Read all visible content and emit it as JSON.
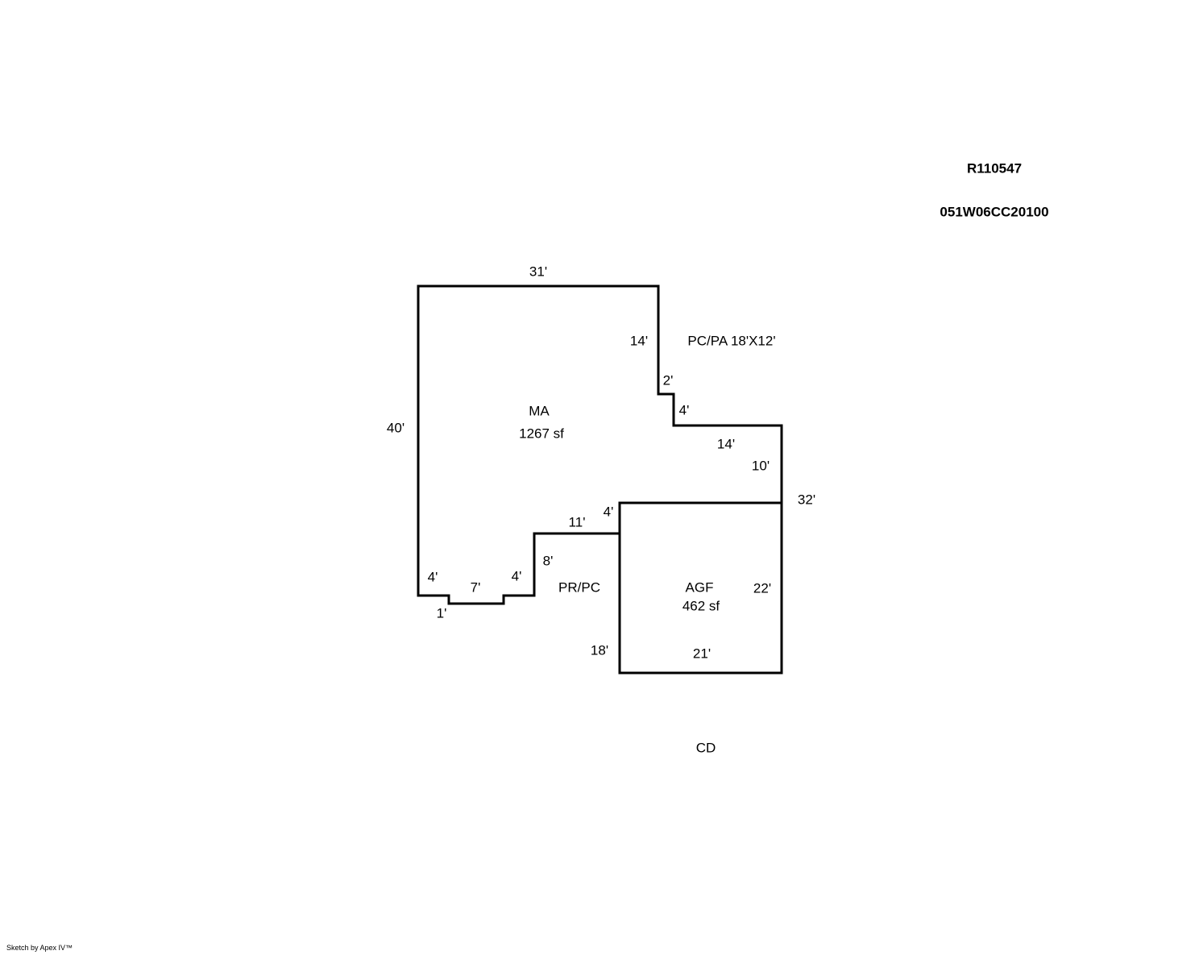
{
  "header": {
    "record_id": "R110547",
    "parcel_id": "051W06CC20100"
  },
  "areas": {
    "ma": {
      "label": "MA",
      "sqft": "1267 sf"
    },
    "agf": {
      "label": "AGF",
      "sqft": "462 sf"
    },
    "pcpa_label": "PC/PA 18'X12'",
    "prpc_label": "PR/PC",
    "cd_label": "CD"
  },
  "dims": {
    "top": "31'",
    "left": "40'",
    "right_upper": "14'",
    "jog_h": "2'",
    "jog_v": "4'",
    "mid_h": "14'",
    "right_mid": "10'",
    "right_total": "32'",
    "notch_v": "4'",
    "notch_h": "11'",
    "step_v": "8'",
    "bottom_right4": "4'",
    "bottom7": "7'",
    "bottom_left4": "4'",
    "dip1": "1'",
    "agf_left": "18'",
    "agf_right": "22'",
    "agf_bottom": "21'"
  },
  "footer": {
    "credit": "Sketch by Apex IV™"
  }
}
